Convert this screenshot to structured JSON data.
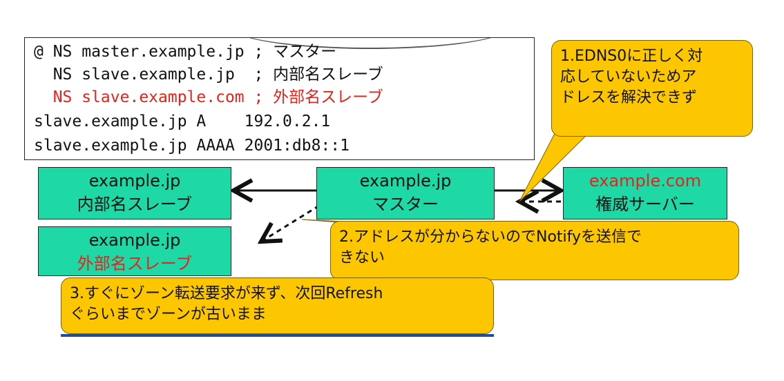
{
  "zone_file": {
    "lines": [
      {
        "text": "@ NS master.example.jp ; マスター",
        "color": "#111111"
      },
      {
        "text": "  NS slave.example.jp  ; 内部名スレーブ",
        "color": "#111111"
      },
      {
        "text": "  NS slave.example.com ; 外部名スレーブ",
        "color": "#e5231b"
      },
      {
        "text": "slave.example.jp A    192.0.2.1",
        "color": "#111111"
      },
      {
        "text": "slave.example.jp AAAA 2001:db8::1",
        "color": "#111111"
      }
    ]
  },
  "nodes": {
    "internal_slave": {
      "line1": "example.jp",
      "line2": "内部名スレーブ"
    },
    "master": {
      "line1": "example.jp",
      "line2": "マスター"
    },
    "authority": {
      "line1": "example.com",
      "line2": "権威サーバー"
    },
    "external_slave": {
      "line1": "example.jp",
      "line2": "外部名スレーブ"
    }
  },
  "callouts": {
    "c1": "1.EDNS0に正しく対\n応していないためア\nドレスを解決できず",
    "c2": "2.アドレスが分からないのでNotifyを送信で\nきない",
    "c3": "3.すぐにゾーン転送要求が来ず、次回Refresh\nぐらいまでゾーンが古いまま"
  },
  "colors": {
    "node_fill": "#1ed9a6",
    "callout_fill": "#fdc700",
    "highlight_text": "#e5231b"
  }
}
